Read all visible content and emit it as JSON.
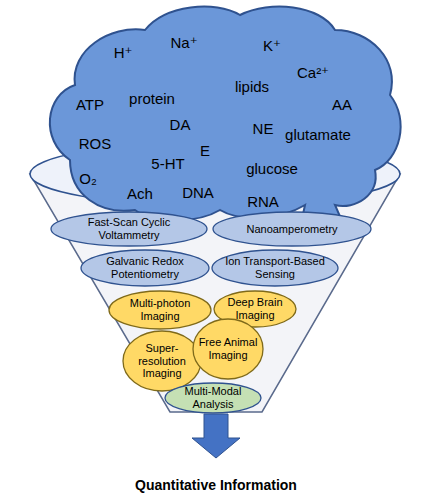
{
  "diagram": {
    "nodes": [
      {
        "text": [
          "H⁺",
          "Na⁺",
          "K⁺",
          "Ca²⁺",
          "ATP",
          "protein",
          "lipids",
          "AA",
          "ROS",
          "DA",
          "E",
          "NE",
          "glutamate",
          "5-HT",
          "glucose",
          "O₂",
          "Ach",
          "DNA",
          "RNA"
        ]
      },
      {
        "text": [
          "Fast-Scan Cyclic Voltammetry"
        ]
      },
      {
        "text": [
          "Nanoamperometry"
        ]
      },
      {
        "text": [
          "Galvanic Redox Potentiometry"
        ]
      },
      {
        "text": [
          "Ion Transport-Based Sensing"
        ]
      },
      {
        "text": [
          "Multi-photon Imaging"
        ]
      },
      {
        "text": [
          "Deep Brain Imaging"
        ]
      },
      {
        "text": [
          "Super-resolution Imaging"
        ]
      },
      {
        "text": [
          "Free Animal Imaging"
        ]
      },
      {
        "text": [
          "Multi-Modal Analysis"
        ]
      }
    ],
    "labels": [
      "Quantitative Information"
    ]
  }
}
